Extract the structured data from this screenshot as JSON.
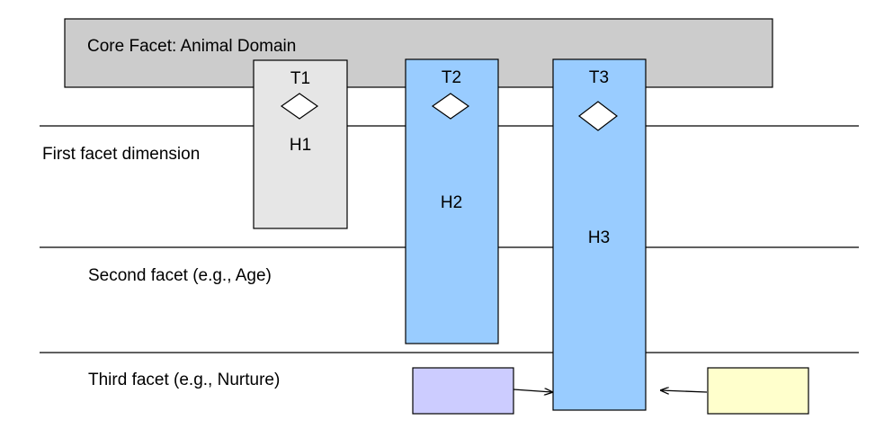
{
  "core": {
    "label": "Core Facet: Animal Domain",
    "fill": "#cccccc"
  },
  "dimensions": {
    "first": "First facet dimension",
    "second": "Second facet (e.g., Age)",
    "third": "Third facet (e.g., Nurture)"
  },
  "columns": [
    {
      "top": "T1",
      "middle": "H1",
      "fill": "#e6e6e6"
    },
    {
      "top": "T2",
      "middle": "H2",
      "fill": "#99ccff"
    },
    {
      "top": "T3",
      "middle": "H3",
      "fill": "#99ccff"
    }
  ],
  "side_boxes": {
    "left_fill": "#ccccff",
    "right_fill": "#ffffcc"
  }
}
